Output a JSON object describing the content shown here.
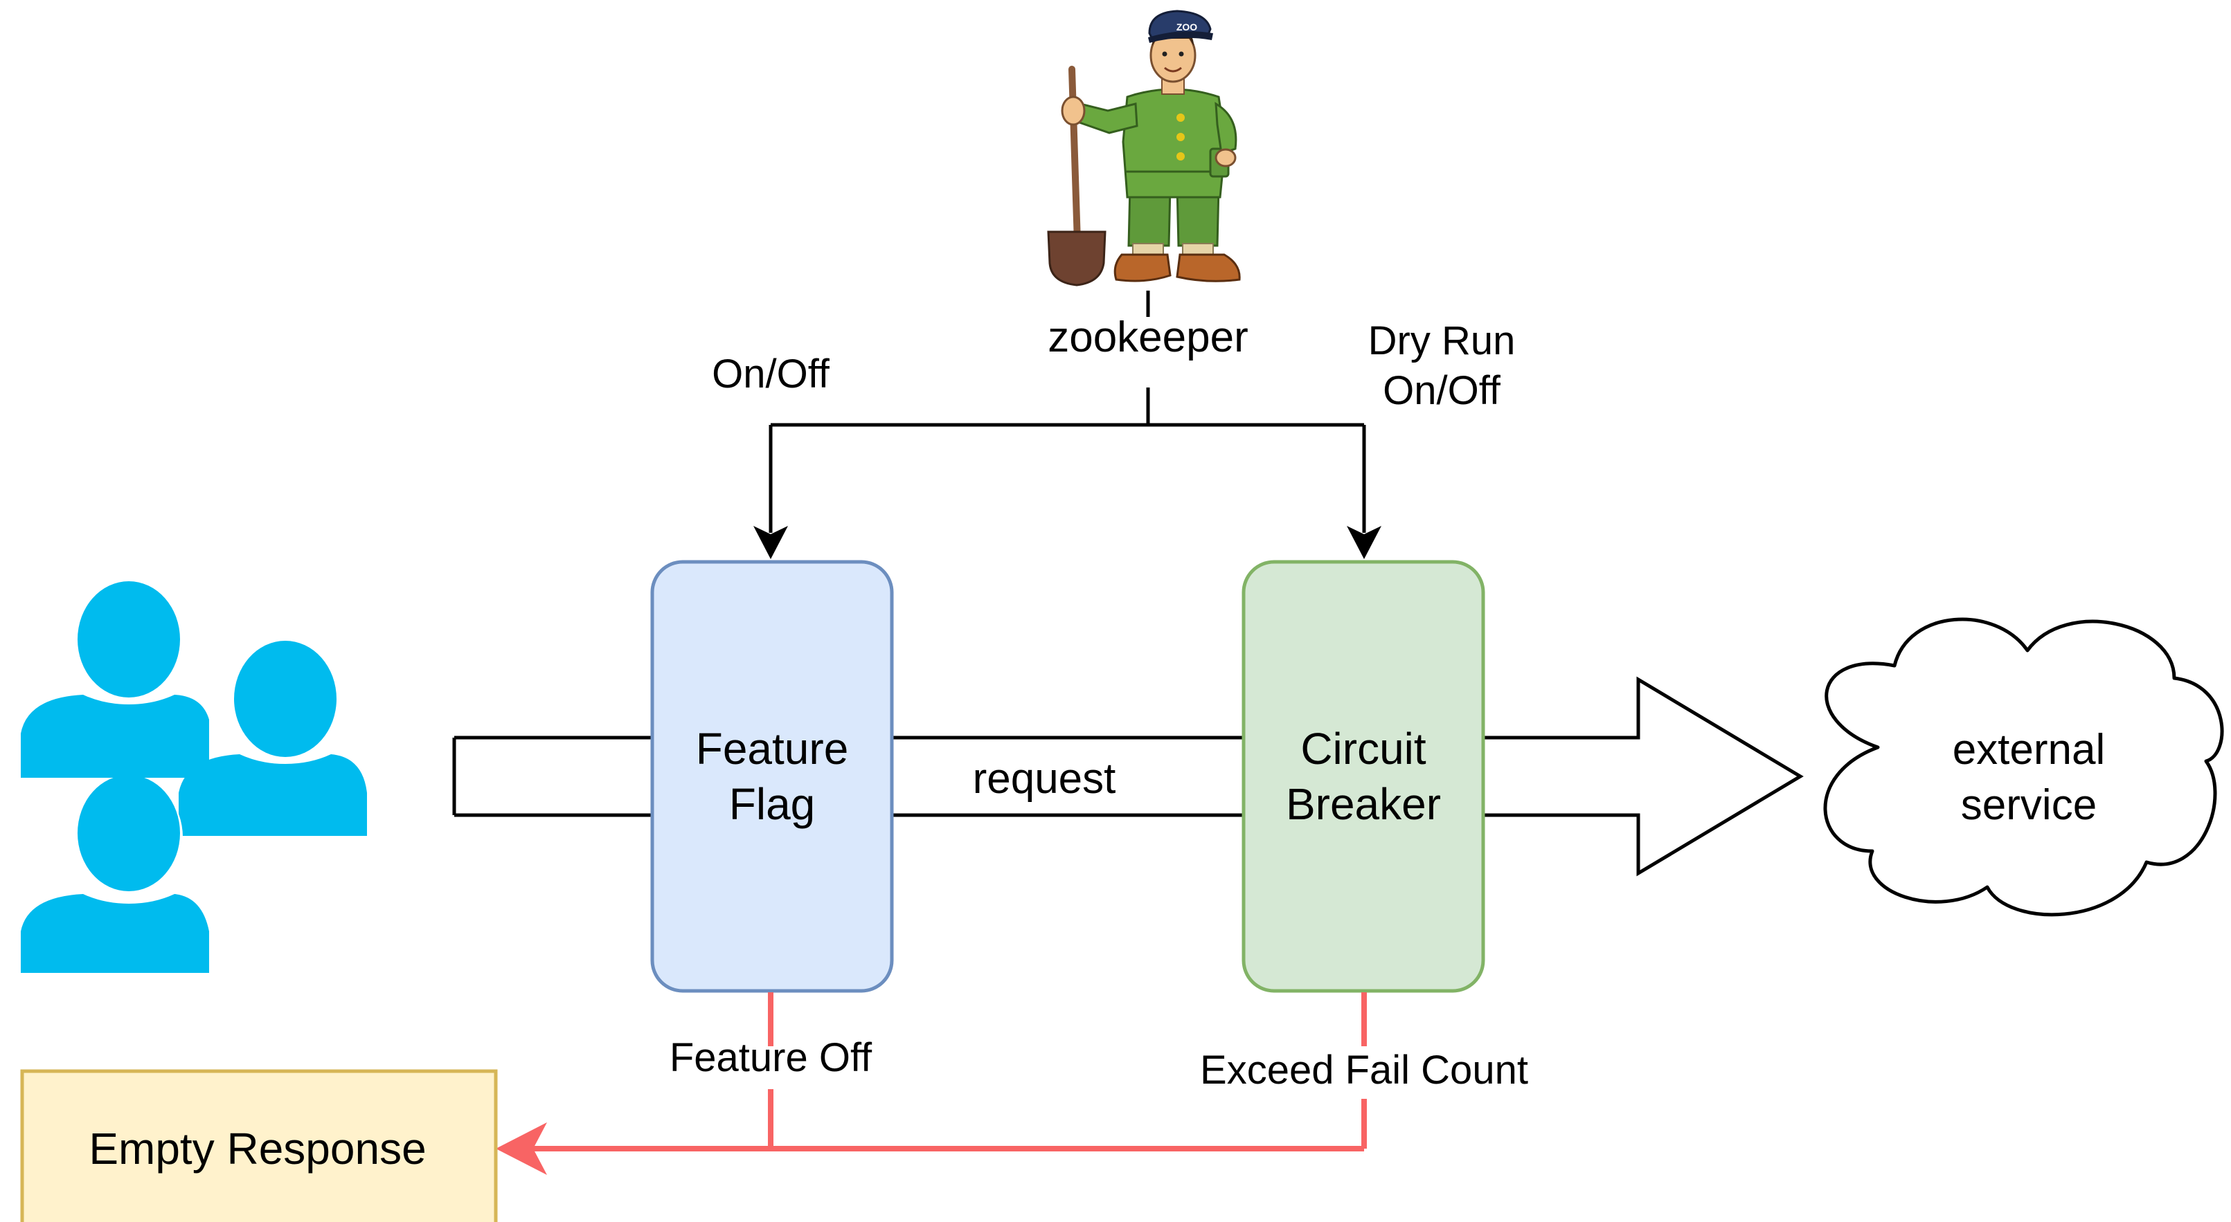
{
  "labels": {
    "zookeeper": "zookeeper",
    "on_off": "On/Off",
    "dry_run_line1": "Dry Run",
    "dry_run_line2": "On/Off",
    "request": "request",
    "feature_flag_line1": "Feature",
    "feature_flag_line2": "Flag",
    "circuit_breaker_line1": "Circuit",
    "circuit_breaker_line2": "Breaker",
    "external_service_line1": "external",
    "external_service_line2": "service",
    "feature_off": "Feature Off",
    "exceed_fail_count": "Exceed Fail Count",
    "empty_response": "Empty Response"
  },
  "icons": {
    "zookeeper": "zookeeper-figure-icon",
    "users": "users-group-icon",
    "external_service": "cloud-icon",
    "zoo_cap_text": "ZOO"
  },
  "colors": {
    "users": "#00bbee",
    "feature_flag_fill": "#dae8fc",
    "feature_flag_stroke": "#6c8ebf",
    "circuit_breaker_fill": "#d5e8d4",
    "circuit_breaker_stroke": "#82b366",
    "empty_response_fill": "#fff2cc",
    "empty_response_stroke": "#d6b656",
    "fallback_arrow": "#f86464",
    "line": "#000000"
  }
}
